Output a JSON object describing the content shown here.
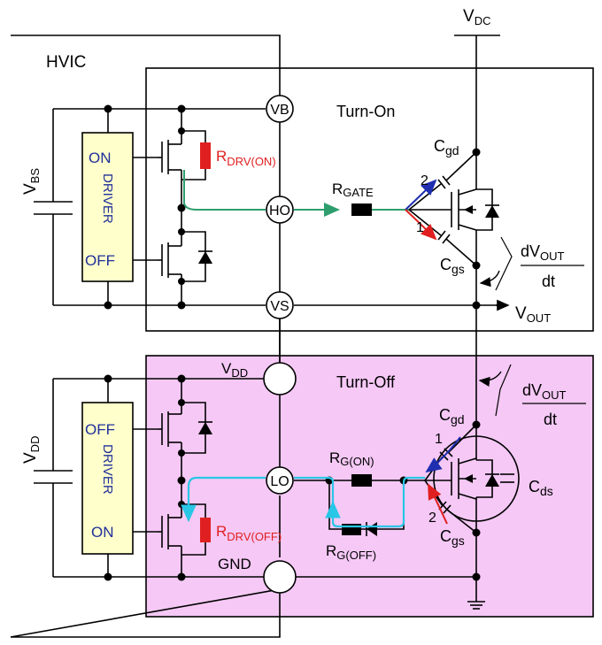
{
  "labels": {
    "vdc_main": "V",
    "vdc_sub": "DC",
    "hvic": "HVIC",
    "turn_on": "Turn-On",
    "turn_off": "Turn-Off",
    "vbs_main": "V",
    "vbs_sub": "BS",
    "vdd_side_main": "V",
    "vdd_side_sub": "DD",
    "top_on": "ON",
    "top_off": "OFF",
    "top_driver": "DRIVER",
    "bot_off": "OFF",
    "bot_on": "ON",
    "bot_driver": "DRIVER",
    "pin_vb": "VB",
    "pin_ho": "HO",
    "pin_vs": "VS",
    "pin_lo": "LO",
    "pin_vdd_main": "V",
    "pin_vdd_sub": "DD",
    "pin_gnd": "GND",
    "rdrv_on_main": "R",
    "rdrv_on_sub": "DRV(ON)",
    "rdrv_off_main": "R",
    "rdrv_off_sub": "DRV(OFF)",
    "rgate_main": "R",
    "rgate_sub": "GATE",
    "rg_on_main": "R",
    "rg_on_sub": "G(ON)",
    "rg_off_main": "R",
    "rg_off_sub": "G(OFF)",
    "cgd_top_main": "C",
    "cgd_top_sub": "gd",
    "cgs_top_main": "C",
    "cgs_top_sub": "gs",
    "cgd_bot_main": "C",
    "cgd_bot_sub": "gd",
    "cgs_bot_main": "C",
    "cgs_bot_sub": "gs",
    "cds_main": "C",
    "cds_sub": "ds",
    "vout_main": "V",
    "vout_sub": "OUT",
    "dvout_top_main": "dV",
    "dvout_top_sub": "OUT",
    "dt_top": "dt",
    "dvout_bot_main": "dV",
    "dvout_bot_sub": "OUT",
    "dt_bot": "dt",
    "path_top_2": "2",
    "path_top_1": "1",
    "path_bot_1": "1",
    "path_bot_2": "2"
  },
  "colors": {
    "driver_box_fill": "#ffffcc",
    "turn_off_fill": "#f5c8f5",
    "resistor_red": "#e02020",
    "text_blue": "#1f2f9a",
    "path_green": "#2e9e6e",
    "path_cyan": "#29c6e6",
    "arrow_red": "#e02020",
    "arrow_blue": "#1f2fb0"
  }
}
